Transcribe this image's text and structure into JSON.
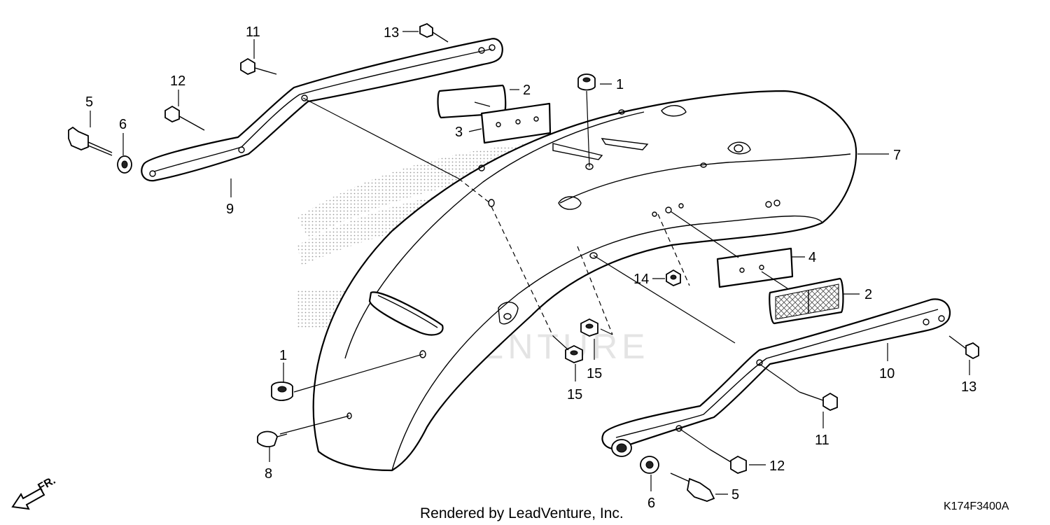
{
  "diagram": {
    "callouts": [
      {
        "label": "1"
      },
      {
        "label": "2"
      },
      {
        "label": "3"
      },
      {
        "label": "4"
      },
      {
        "label": "5"
      },
      {
        "label": "6"
      },
      {
        "label": "7"
      },
      {
        "label": "8"
      },
      {
        "label": "9"
      },
      {
        "label": "10"
      },
      {
        "label": "11"
      },
      {
        "label": "12"
      },
      {
        "label": "13"
      },
      {
        "label": "14"
      },
      {
        "label": "15"
      },
      {
        "label": "1"
      },
      {
        "label": "2"
      },
      {
        "label": "5"
      },
      {
        "label": "6"
      },
      {
        "label": "11"
      },
      {
        "label": "12"
      },
      {
        "label": "13"
      },
      {
        "label": "15"
      }
    ],
    "watermark": "LEADVENTURE",
    "direction_label": "FR.",
    "footer_text": "Rendered by LeadVenture, Inc.",
    "diagram_code": "K174F3400A"
  }
}
